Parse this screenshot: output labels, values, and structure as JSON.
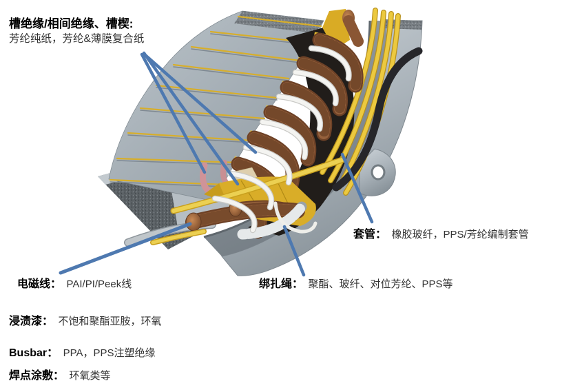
{
  "colors": {
    "leader": "#4e79b0",
    "copper": "#93603b",
    "insulation_yellow": "#d9ad28",
    "steel_gray": "#a6afb5"
  },
  "annotations": {
    "slot": {
      "term": "槽绝缘/相间绝缘、槽楔:",
      "desc": "芳纶纯纸，芳纶&薄膜复合纸"
    },
    "sleeve": {
      "term": "套管：",
      "desc": "橡胶玻纤，PPS/芳纶编制套管"
    },
    "magnet_wire": {
      "term": "电磁线：",
      "desc": "PAI/PI/Peek线"
    },
    "lacing": {
      "term": "绑扎绳：",
      "desc": "聚酯、玻纤、对位芳纶、PPS等"
    },
    "varnish": {
      "term": "浸渍漆：",
      "desc": "不饱和聚酯亚胺，环氧"
    },
    "busbar": {
      "term": "Busbar：",
      "desc": "PPA，PPS注塑绝缘"
    },
    "solder": {
      "term": "焊点涂敷：",
      "desc": "环氧类等"
    }
  }
}
